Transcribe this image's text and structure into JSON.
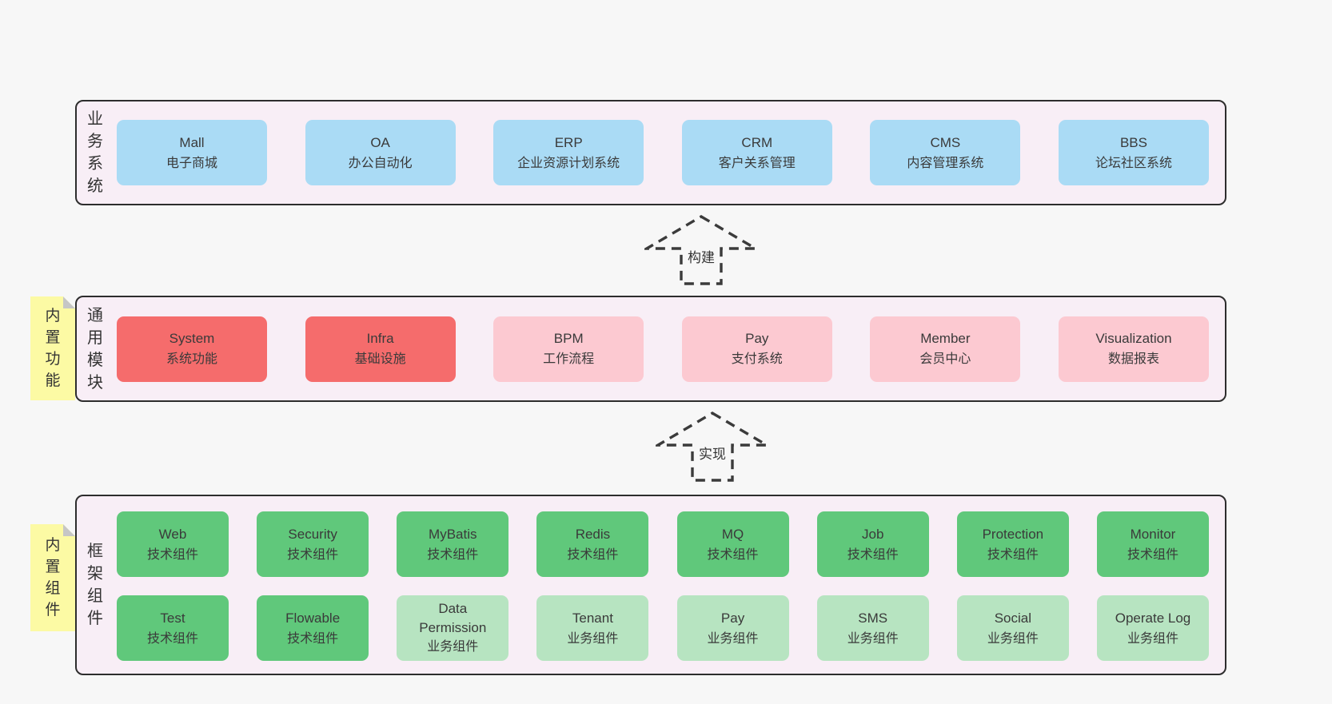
{
  "colors": {
    "page_bg": "#f7f7f7",
    "band_bg": "#f8eef6",
    "band_border": "#2d2d2d",
    "blue_box": "#aadbf5",
    "red_box": "#f56c6c",
    "pink_box": "#fcc9d1",
    "green_dark_box": "#60c87b",
    "green_light_box": "#b7e4c1",
    "sticky_yellow": "#fcfaa4",
    "sticky_fold_gray": "#c6c6c6",
    "text": "#3a3a3a"
  },
  "arrows": [
    {
      "label": "构建"
    },
    {
      "label": "实现"
    }
  ],
  "bands": [
    {
      "label": "业务系统",
      "boxes": [
        {
          "title": "Mall",
          "subtitle": "电子商城"
        },
        {
          "title": "OA",
          "subtitle": "办公自动化"
        },
        {
          "title": "ERP",
          "subtitle": "企业资源计划系统"
        },
        {
          "title": "CRM",
          "subtitle": "客户关系管理"
        },
        {
          "title": "CMS",
          "subtitle": "内容管理系统"
        },
        {
          "title": "BBS",
          "subtitle": "论坛社区系统"
        }
      ]
    },
    {
      "label": "通用模块",
      "sticky": "内置功能",
      "boxes": [
        {
          "title": "System",
          "subtitle": "系统功能",
          "variant": "red"
        },
        {
          "title": "Infra",
          "subtitle": "基础设施",
          "variant": "red"
        },
        {
          "title": "BPM",
          "subtitle": "工作流程",
          "variant": "pink"
        },
        {
          "title": "Pay",
          "subtitle": "支付系统",
          "variant": "pink"
        },
        {
          "title": "Member",
          "subtitle": "会员中心",
          "variant": "pink"
        },
        {
          "title": "Visualization",
          "subtitle": "数据报表",
          "variant": "pink"
        }
      ]
    },
    {
      "label": "框架组件",
      "sticky": "内置组件",
      "rows": [
        [
          {
            "title": "Web",
            "subtitle": "技术组件",
            "variant": "green-dark"
          },
          {
            "title": "Security",
            "subtitle": "技术组件",
            "variant": "green-dark"
          },
          {
            "title": "MyBatis",
            "subtitle": "技术组件",
            "variant": "green-dark"
          },
          {
            "title": "Redis",
            "subtitle": "技术组件",
            "variant": "green-dark"
          },
          {
            "title": "MQ",
            "subtitle": "技术组件",
            "variant": "green-dark"
          },
          {
            "title": "Job",
            "subtitle": "技术组件",
            "variant": "green-dark"
          },
          {
            "title": "Protection",
            "subtitle": "技术组件",
            "variant": "green-dark"
          },
          {
            "title": "Monitor",
            "subtitle": "技术组件",
            "variant": "green-dark"
          }
        ],
        [
          {
            "title": "Test",
            "subtitle": "技术组件",
            "variant": "green-dark"
          },
          {
            "title": "Flowable",
            "subtitle": "技术组件",
            "variant": "green-dark"
          },
          {
            "title": "Data Permission",
            "subtitle": "业务组件",
            "variant": "green-light"
          },
          {
            "title": "Tenant",
            "subtitle": "业务组件",
            "variant": "green-light"
          },
          {
            "title": "Pay",
            "subtitle": "业务组件",
            "variant": "green-light"
          },
          {
            "title": "SMS",
            "subtitle": "业务组件",
            "variant": "green-light"
          },
          {
            "title": "Social",
            "subtitle": "业务组件",
            "variant": "green-light"
          },
          {
            "title": "Operate Log",
            "subtitle": "业务组件",
            "variant": "green-light"
          }
        ]
      ]
    }
  ]
}
